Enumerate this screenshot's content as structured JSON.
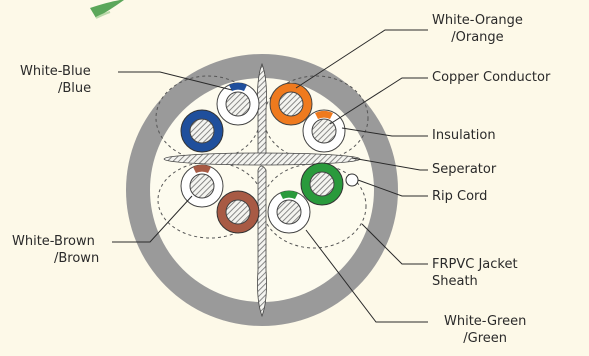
{
  "labels": {
    "white_orange": [
      "White-Orange",
      "/Orange"
    ],
    "copper_conductor": "Copper Conductor",
    "insulation": "Insulation",
    "separator": "Seperator",
    "rip_cord": "Rip Cord",
    "jacket": [
      "FRPVC Jacket",
      "Sheath"
    ],
    "white_green": [
      "White-Green",
      "/Green"
    ],
    "white_blue": [
      "White-Blue",
      "/Blue"
    ],
    "white_brown": [
      "White-Brown",
      "/Brown"
    ]
  },
  "colors": {
    "background": "#fdf9e8",
    "jacket": "#9a9a9a",
    "core": "#fdfbee",
    "white_insulation": "#ffffff",
    "orange": "#ef7a1e",
    "blue": "#1f4f9c",
    "green": "#2a9a3c",
    "brown": "#a85a44",
    "hatch": "#6e6e6e",
    "leader_line": "#2a2a2a",
    "logo_green": "#5ba75a"
  }
}
